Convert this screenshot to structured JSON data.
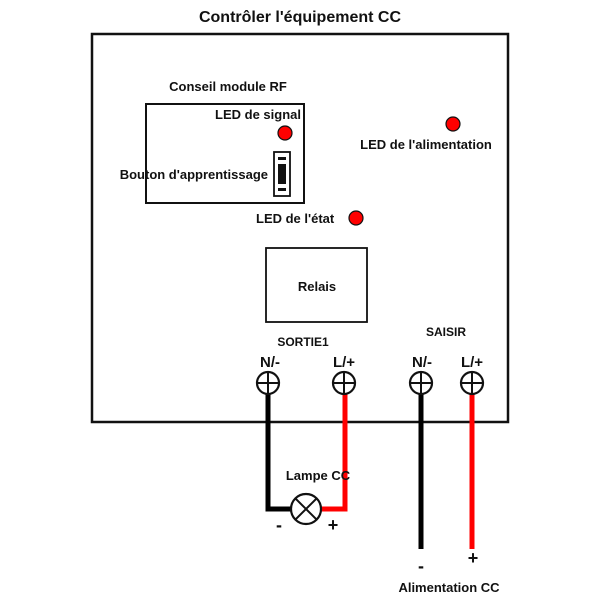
{
  "title": "Contrôler l'équipement CC",
  "rf_module": {
    "label": "Conseil module RF",
    "signal_led_label": "LED de signal",
    "learn_button_label": "Bouton d'apprentissage"
  },
  "power_led_label": "LED de l'alimentation",
  "status_led_label": "LED de l'état",
  "relay_label": "Relais",
  "output": {
    "label": "SORTIE1",
    "terminal_neg": "N/-",
    "terminal_pos": "L/+"
  },
  "input": {
    "label": "SAISIR",
    "terminal_neg": "N/-",
    "terminal_pos": "L/+"
  },
  "lamp": {
    "label": "Lampe CC",
    "neg_sign": "-",
    "pos_sign": "+"
  },
  "power_supply": {
    "label": "Alimentation CC",
    "neg_sign": "-",
    "pos_sign": "+"
  },
  "colors": {
    "led": "#ff0000",
    "wire_positive": "#ff0000",
    "wire_negative": "#000000"
  }
}
